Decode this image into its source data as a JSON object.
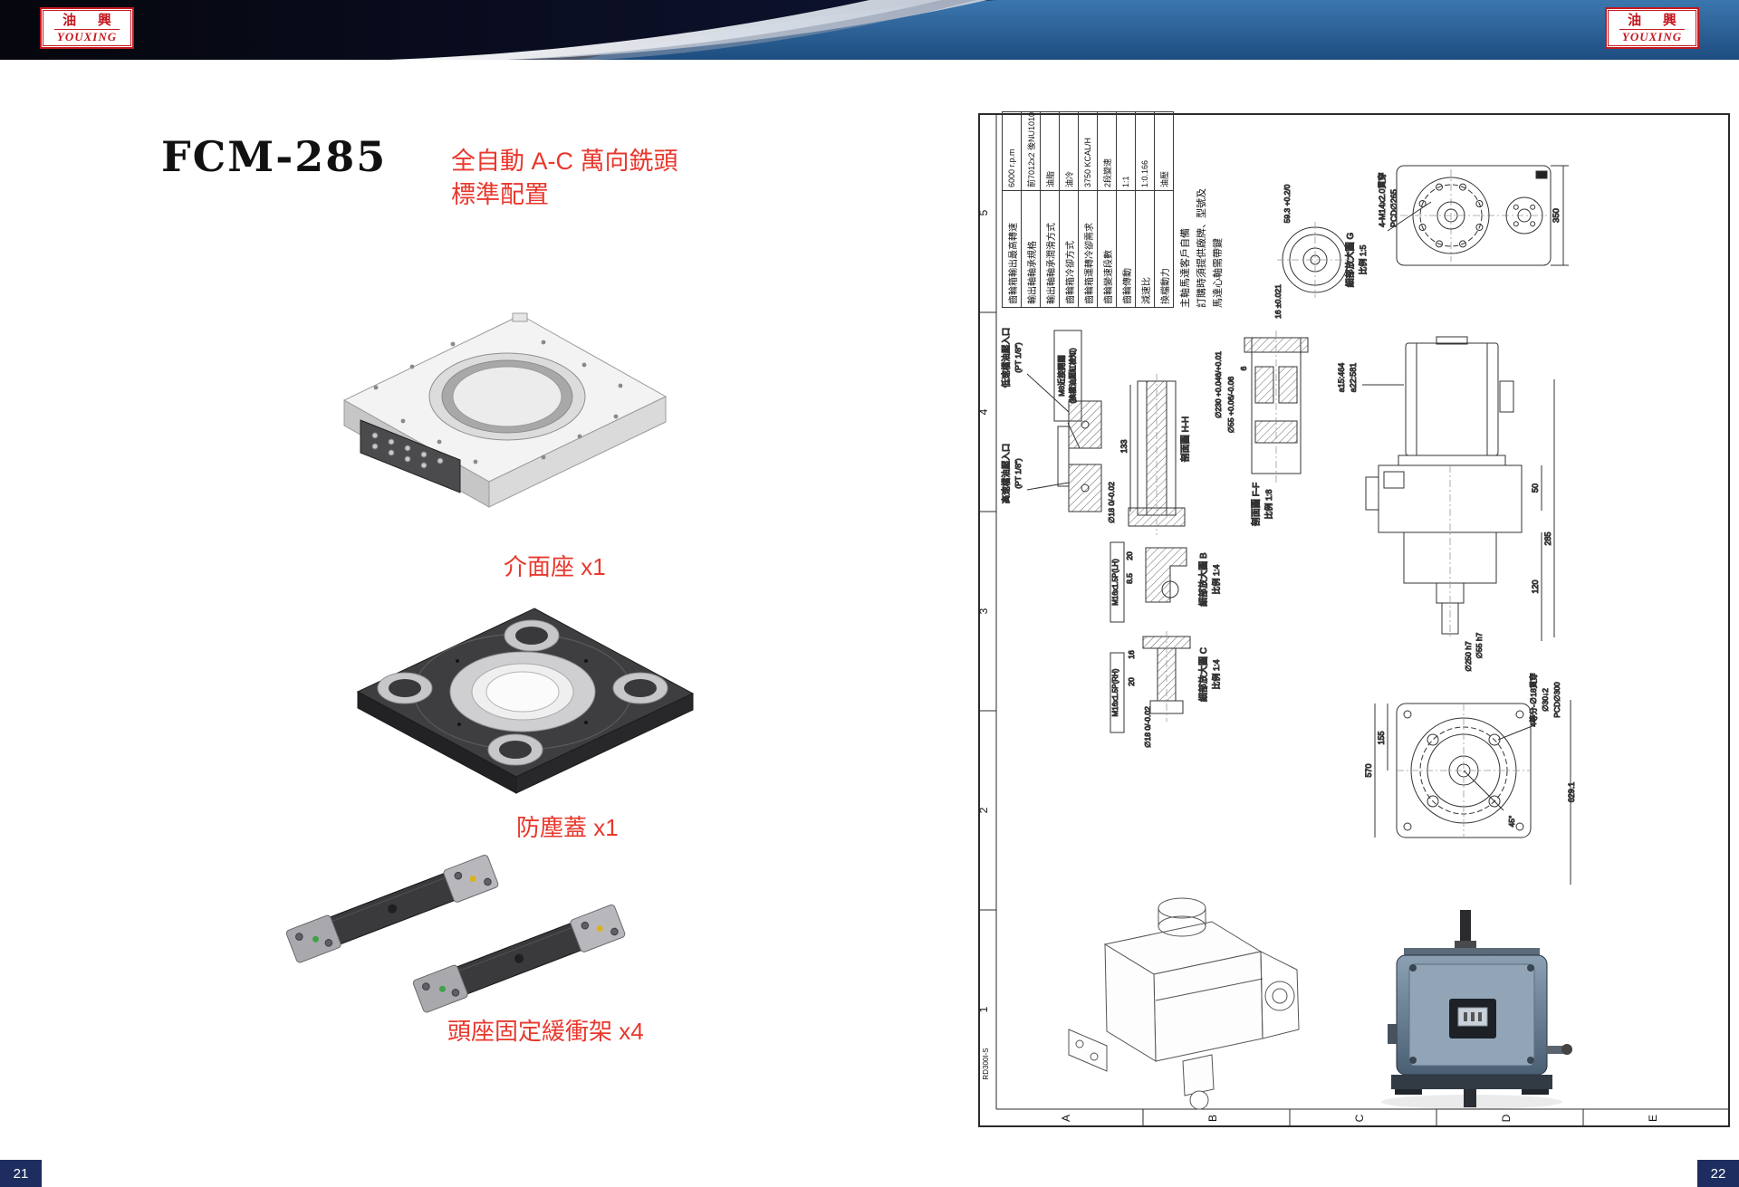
{
  "page": {
    "left_page_number": "21",
    "right_page_number": "22"
  },
  "logo": {
    "cn": "油 興",
    "en": "YOUXING"
  },
  "title": {
    "model": "FCM-285",
    "line1": "全自動 A-C 萬向銑頭",
    "line2": "標準配置"
  },
  "products": [
    {
      "caption": "介面座 x1"
    },
    {
      "caption": "防塵蓋 x1"
    },
    {
      "caption": "頭座固定緩衝架 x4"
    }
  ],
  "drawing": {
    "spec_table": [
      {
        "label": "齒輪箱輸出最高轉速",
        "value": "6000 r.p.m"
      },
      {
        "label": "輸出軸軸承規格",
        "value": "前7012x2 後NU1010"
      },
      {
        "label": "輸出軸軸承潤滑方式",
        "value": "油脂"
      },
      {
        "label": "齒輪箱冷卻方式",
        "value": "油冷"
      },
      {
        "label": "齒輪箱運轉冷卻需求",
        "value": "3750 KCAL/H"
      },
      {
        "label": "齒輪變速段數",
        "value": "2段變速"
      },
      {
        "label": "齒輪傳動",
        "value": "1:1"
      },
      {
        "label": "減速比",
        "value": "1:0.166"
      },
      {
        "label": "換檔動力",
        "value": "油壓"
      }
    ],
    "notes": [
      "主軸馬達客戶自備",
      "訂購時須提供廠牌、型號及",
      "馬達心軸需帶鍵"
    ],
    "grid_rows": [
      "5",
      "4",
      "3",
      "2",
      "1"
    ],
    "grid_cols": [
      "A",
      "B",
      "C",
      "D",
      "E"
    ],
    "ann": {
      "flange_label1": "4-M14x2.0貫穿",
      "flange_label2": "PCD∅265",
      "dim_350": "350",
      "dim_59": "59.3 +0.2/0",
      "dim_16t": "16 ±0.021",
      "detail_g_title": "細部放大圖 G",
      "detail_g_scale": "比例 1:5",
      "port_low1": "低速檔油壓入口",
      "port_high1": "高速檔油壓入口",
      "port_pt": "(PT 1/8\")",
      "m8_1": "M8近接開關",
      "m8_2": "(換檔油壓缸檢知)",
      "sec_hh": "剖面圖 H-H",
      "dim_133": "133",
      "dim_18": "∅18 0/-0.02",
      "thread_lh": "M16x1.5P(LH)",
      "dim_20": "20",
      "dim_85": "8.5",
      "detail_b_title": "細部放大圖 B",
      "detail_b_scale": "比例 1:4",
      "dim_16b": "16",
      "thread_rh": "M16x1.5P(RH)",
      "detail_c_title": "細部放大圖 C",
      "detail_c_scale": "比例 1:4",
      "dim_230": "∅230 +0.046/+0.01",
      "dim_55": "∅55 +0.06/-0.06",
      "dim_6": "6",
      "sec_ff": "剖面圖 F-F",
      "sec_ff_scale": "比例 1:8",
      "dim_a15": "a15:464",
      "dim_a22": "a22:581",
      "dim_50": "50",
      "dim_285": "285",
      "dim_120": "120",
      "dim_55h7": "∅55 h7",
      "dim_250h7": "∅250 h7",
      "dim_155": "155",
      "dim_570": "570",
      "dim_6291": "629.1",
      "dim_45": "45°",
      "hole_label1": "4等分-∅18貫穿",
      "hole_label2": "∅30↓2",
      "hole_label3": "PCD∅300",
      "doc_no": "RD300I-S"
    }
  }
}
